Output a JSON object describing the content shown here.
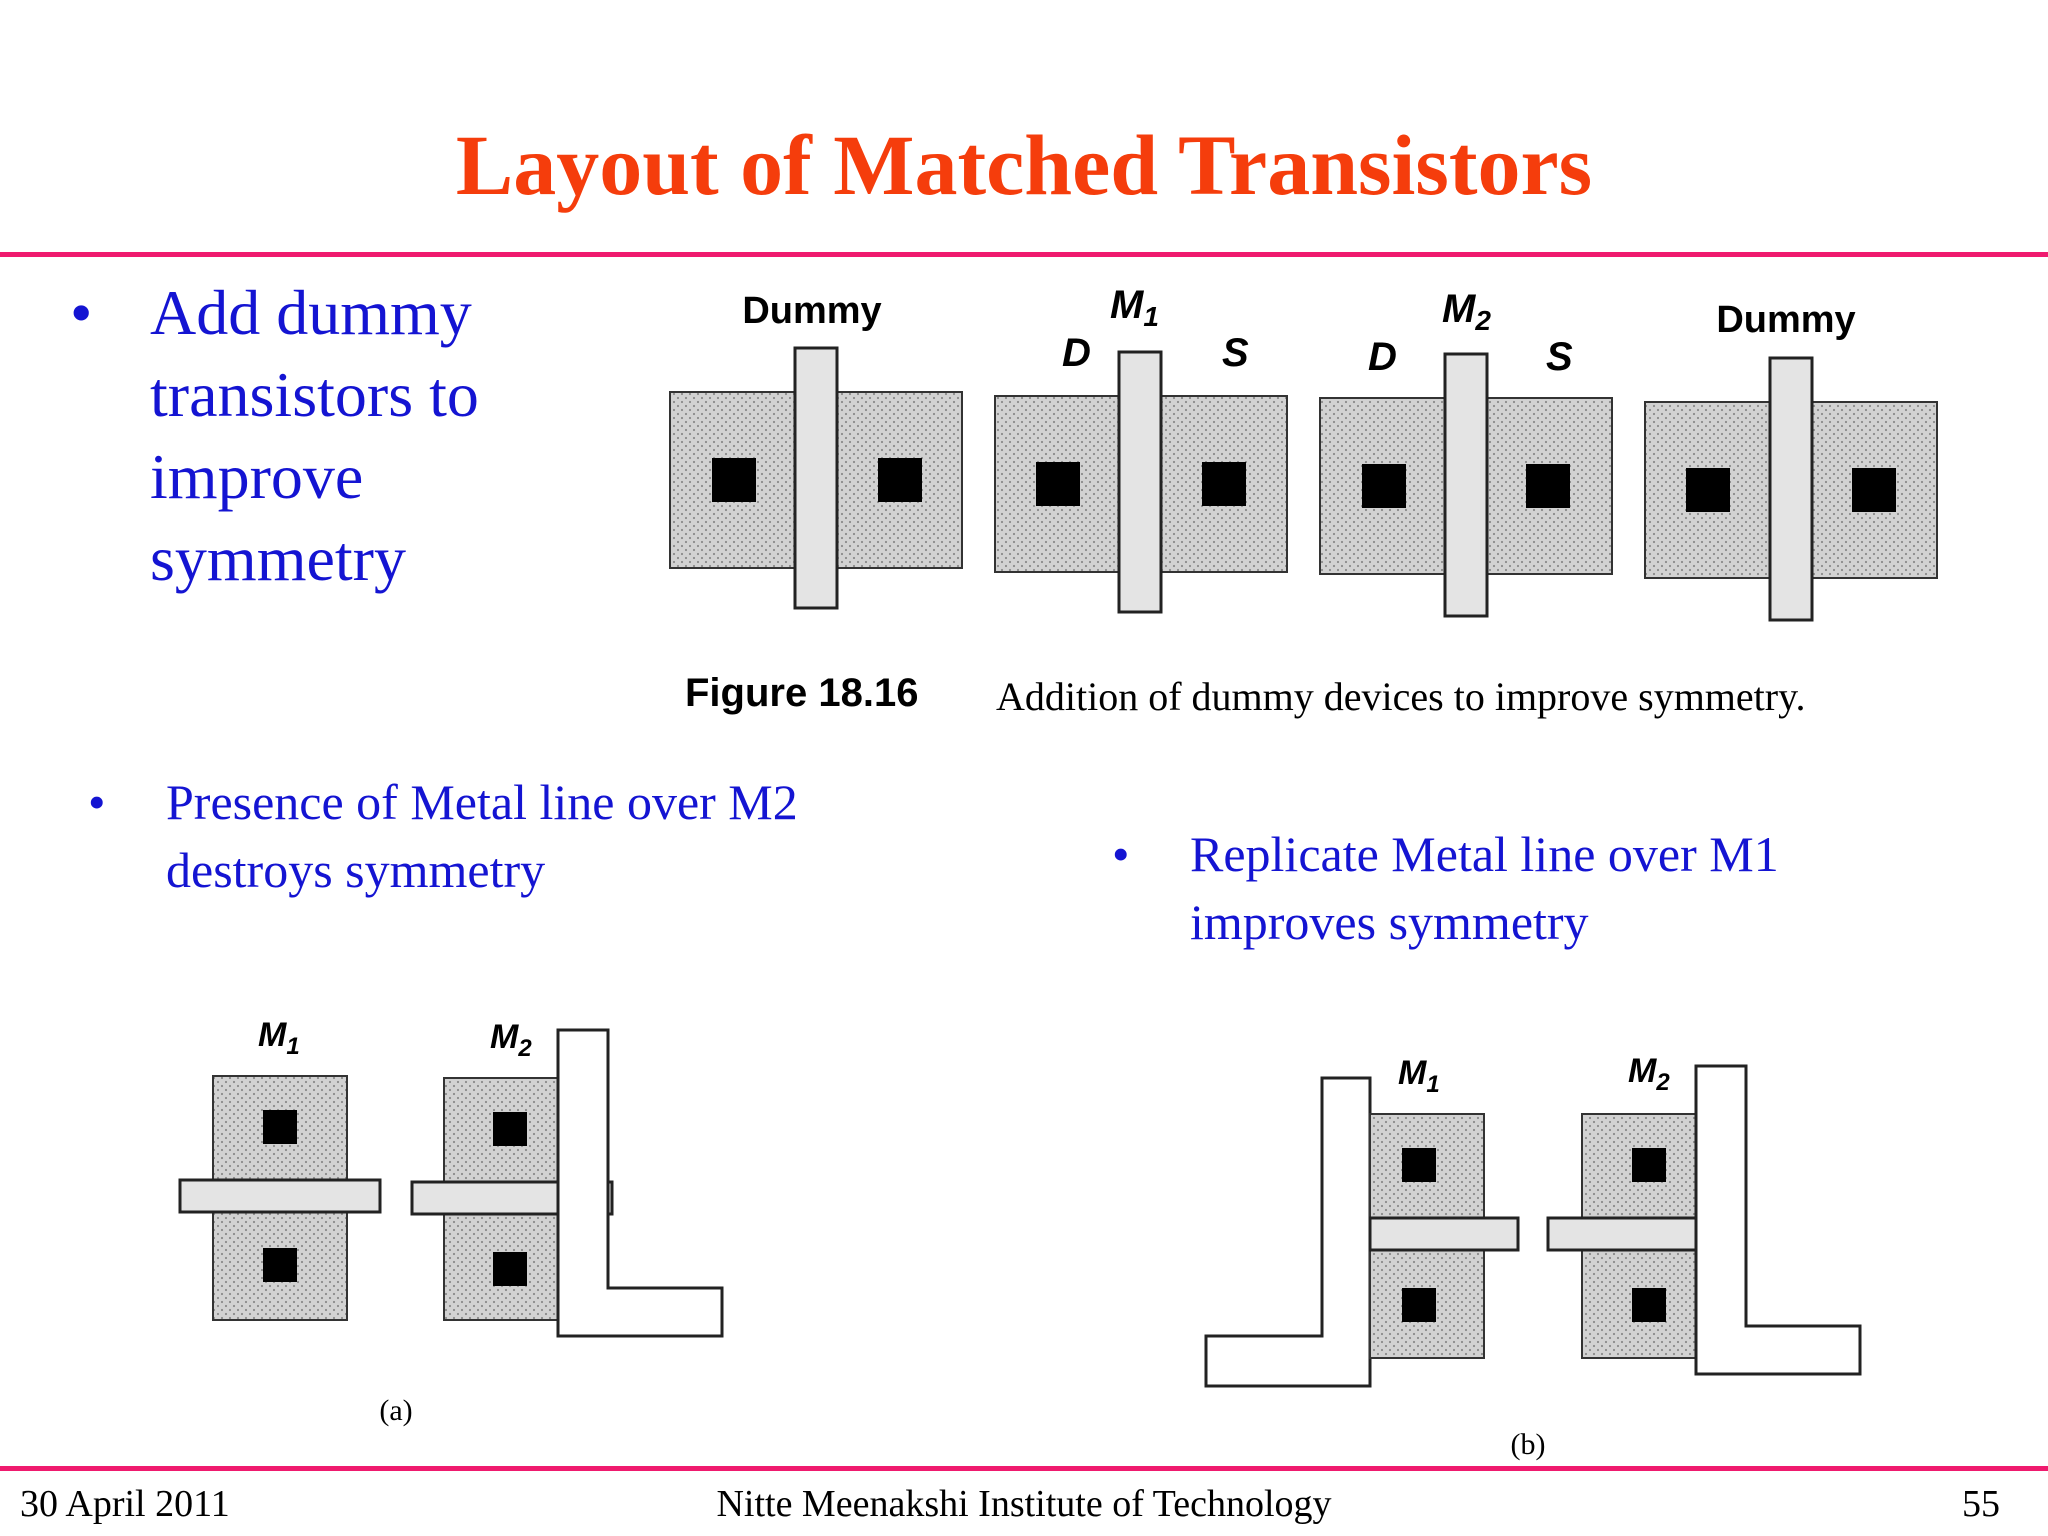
{
  "slide": {
    "title": "Layout of Matched Transistors",
    "colors": {
      "title": "#f53d0c",
      "rule": "#ef1a6e",
      "bullet_text": "#1414d2"
    },
    "bullets": {
      "dot": "•",
      "add_dummy": "Add dummy transistors to improve symmetry",
      "metal_destroys": "Presence of Metal line over M2 destroys symmetry",
      "replicate_metal": "Replicate  Metal line over M1 improves  symmetry"
    },
    "figure_top": {
      "labels": {
        "dummy_left": "Dummy",
        "m1": "M",
        "m1_sub": "1",
        "m2": "M",
        "m2_sub": "2",
        "dummy_right": "Dummy",
        "d1": "D",
        "s1": "S",
        "d2": "D",
        "s2": "S"
      },
      "caption_number": "Figure 18.16",
      "caption_text": "Addition of dummy devices to improve symmetry."
    },
    "figure_a": {
      "m1": "M",
      "m1_sub": "1",
      "m2": "M",
      "m2_sub": "2",
      "label": "(a)"
    },
    "figure_b": {
      "m1": "M",
      "m1_sub": "1",
      "m2": "M",
      "m2_sub": "2",
      "label": "(b)"
    },
    "footer": {
      "date": "30 April 2011",
      "institute": "Nitte Meenakshi Institute of Technology",
      "page": "55"
    }
  }
}
